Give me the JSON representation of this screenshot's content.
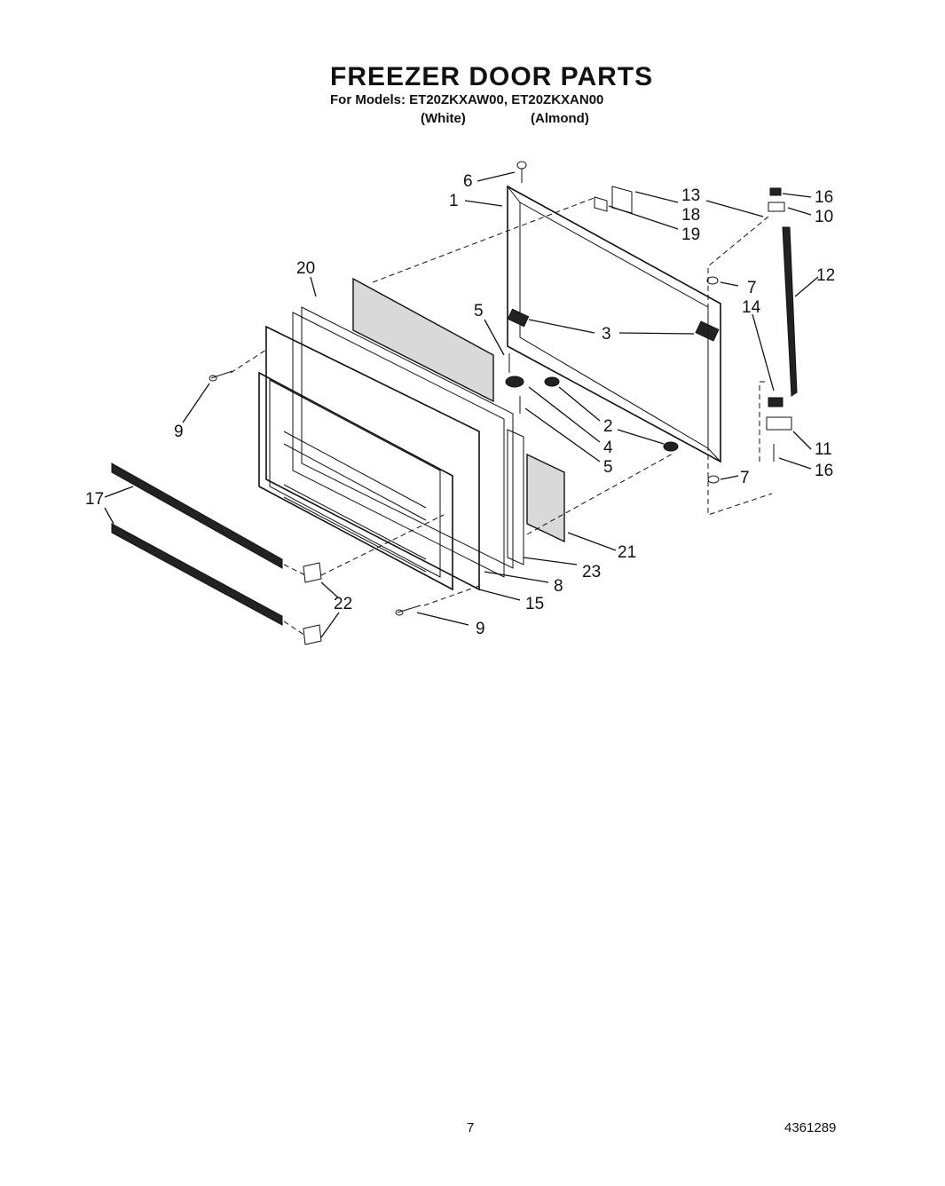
{
  "header": {
    "title": "FREEZER DOOR PARTS",
    "models": "For Models: ET20ZKXAW00, ET20ZKXAN00",
    "variant_white": "(White)",
    "variant_almond": "(Almond)"
  },
  "callouts": {
    "c1": "1",
    "c2": "2",
    "c3": "3",
    "c4": "4",
    "c5a": "5",
    "c5b": "5",
    "c6": "6",
    "c7a": "7",
    "c7b": "7",
    "c8": "8",
    "c9a": "9",
    "c9b": "9",
    "c10": "10",
    "c11": "11",
    "c12": "12",
    "c13": "13",
    "c14": "14",
    "c15": "15",
    "c16a": "16",
    "c16b": "16",
    "c17": "17",
    "c18": "18",
    "c19": "19",
    "c20": "20",
    "c21": "21",
    "c22": "22",
    "c23": "23"
  },
  "footer": {
    "page_number": "7",
    "doc_number": "4361289"
  }
}
